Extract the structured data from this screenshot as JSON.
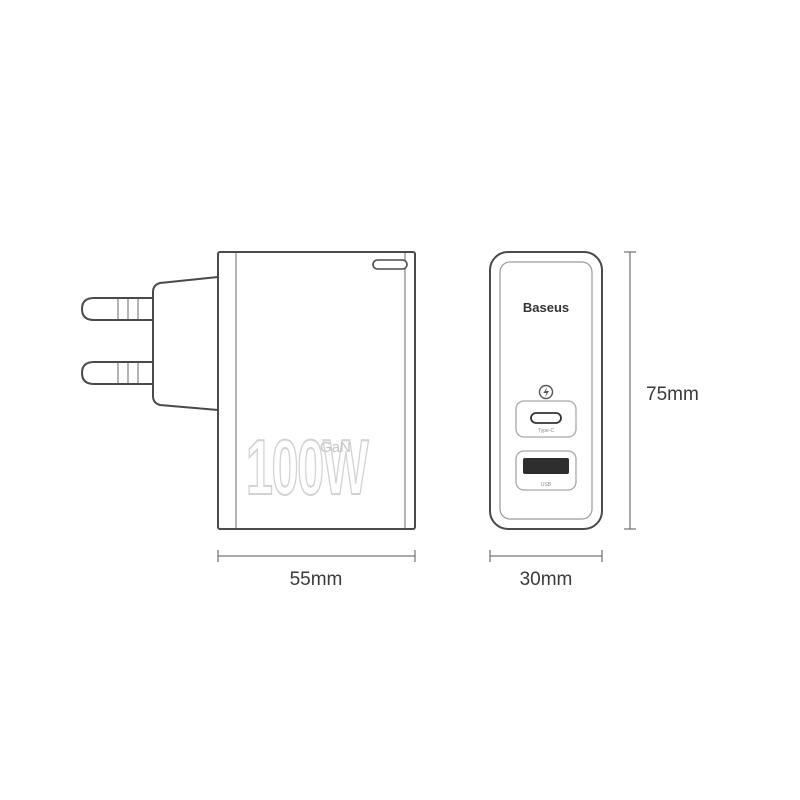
{
  "side_view": {
    "power_label": "100W",
    "gan_label": "GaN"
  },
  "front_view": {
    "brand": "Baseus",
    "port_c_label": "Type-C",
    "port_a_label": "USB"
  },
  "dimensions": {
    "length": "55mm",
    "width": "30mm",
    "height": "75mm"
  }
}
